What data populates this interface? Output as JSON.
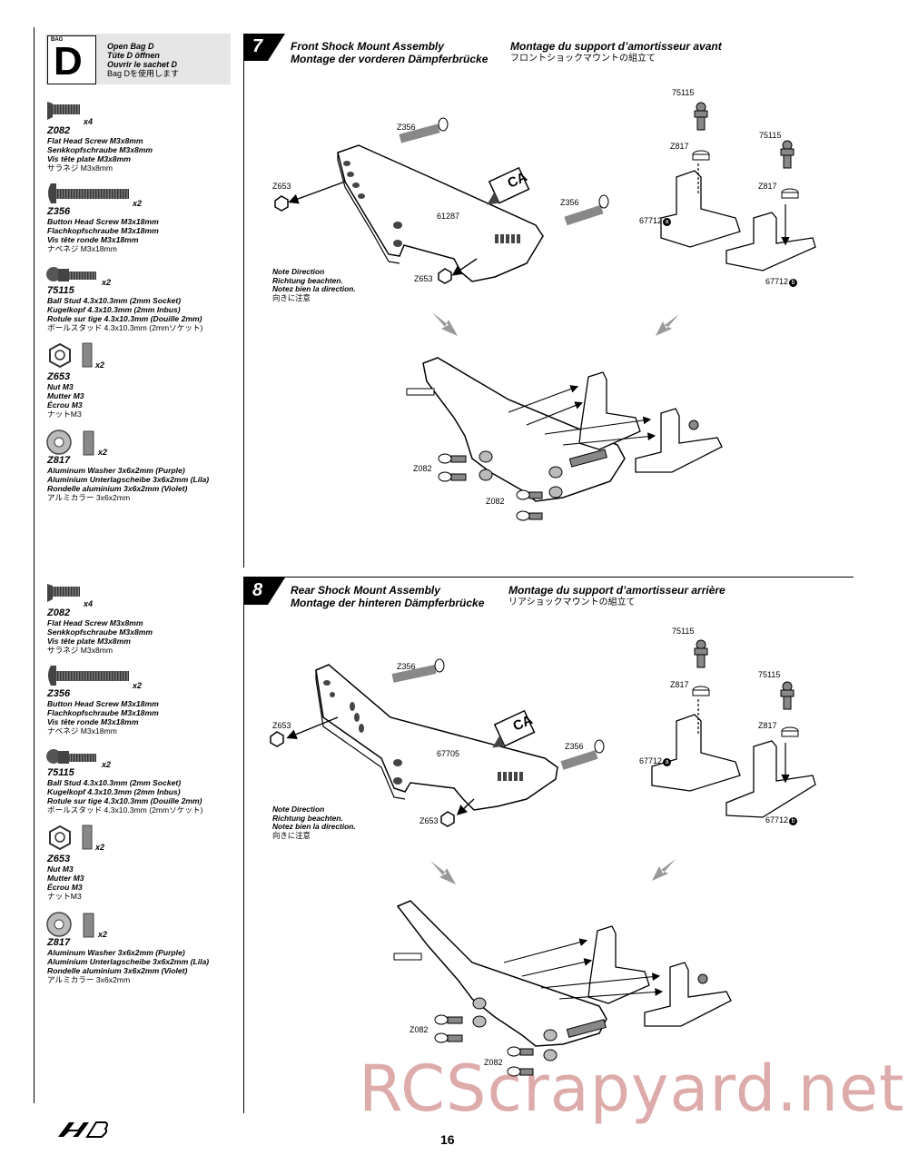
{
  "bag": {
    "small_label": "BAG",
    "letter": "D",
    "lines": [
      "Open Bag D",
      "Tüte D öffnen",
      "Ouvrir le sachet D",
      "Bag Dを使用します"
    ]
  },
  "parts_top": [
    {
      "code": "Z082",
      "qty": "x4",
      "lines": [
        "Flat Head Screw M3x8mm",
        "Senkkopfschraube M3x8mm",
        "Vis tête plate M3x8mm",
        "サラネジ M3x8mm"
      ]
    },
    {
      "code": "Z356",
      "qty": "x2",
      "lines": [
        "Button Head Screw M3x18mm",
        "Flachkopfschraube M3x18mm",
        "Vis tête ronde M3x18mm",
        "ナベネジ M3x18mm"
      ]
    },
    {
      "code": "75115",
      "qty": "x2",
      "lines": [
        "Ball Stud 4.3x10.3mm (2mm Socket)",
        "Kugelkopf 4.3x10.3mm (2mm Inbus)",
        "Rotule sur tige 4.3x10.3mm (Douille 2mm)",
        "ボールスタッド 4.3x10.3mm (2mmソケット)"
      ]
    },
    {
      "code": "Z653",
      "qty": "x2",
      "lines": [
        "Nut M3",
        "Mutter M3",
        "Écrou M3",
        "ナットM3"
      ]
    },
    {
      "code": "Z817",
      "qty": "x2",
      "lines": [
        "Aluminum Washer 3x6x2mm (Purple)",
        "Aluminium Unterlagscheibe 3x6x2mm (Lila)",
        "Rondelle aluminium 3x6x2mm (Violet)",
        "アルミカラー 3x6x2mm"
      ]
    }
  ],
  "parts_bottom": [
    {
      "code": "Z082",
      "qty": "x4",
      "lines": [
        "Flat Head Screw M3x8mm",
        "Senkkopfschraube M3x8mm",
        "Vis tête plate M3x8mm",
        "サラネジ M3x8mm"
      ]
    },
    {
      "code": "Z356",
      "qty": "x2",
      "lines": [
        "Button Head Screw M3x18mm",
        "Flachkopfschraube M3x18mm",
        "Vis tête ronde M3x18mm",
        "ナベネジ M3x18mm"
      ]
    },
    {
      "code": "75115",
      "qty": "x2",
      "lines": [
        "Ball Stud 4.3x10.3mm (2mm Socket)",
        "Kugelkopf 4.3x10.3mm (2mm Inbus)",
        "Rotule sur tige 4.3x10.3mm (Douille 2mm)",
        "ボールスタッド 4.3x10.3mm (2mmソケット)"
      ]
    },
    {
      "code": "Z653",
      "qty": "x2",
      "lines": [
        "Nut M3",
        "Mutter M3",
        "Écrou M3",
        "ナットM3"
      ]
    },
    {
      "code": "Z817",
      "qty": "x2",
      "lines": [
        "Aluminum Washer 3x6x2mm (Purple)",
        "Aluminium Unterlagscheibe 3x6x2mm (Lila)",
        "Rondelle aluminium 3x6x2mm (Violet)",
        "アルミカラー 3x6x2mm"
      ]
    }
  ],
  "step7": {
    "number": "7",
    "title_en": "Front Shock Mount Assembly",
    "title_de": "Montage der vorderen Dämpferbrücke",
    "title_fr": "Montage du support d’amortisseur avant",
    "title_jp": "フロントショックマウントの組立て",
    "labels": {
      "z356a": "Z356",
      "z653a": "Z653",
      "tower": "61287",
      "z356b": "Z356",
      "z653b": "Z653",
      "b75115a": "75115",
      "z817a": "Z817",
      "m67712a": "67712",
      "b75115b": "75115",
      "z817b": "Z817",
      "m67712b": "67712",
      "z082a": "Z082",
      "z082b": "Z082",
      "ca": "CA",
      "suffix_a": "a",
      "suffix_b": "b"
    },
    "note": [
      "Note Direction",
      "Richtung beachten.",
      "Notez bien la direction.",
      "向きに注意"
    ]
  },
  "step8": {
    "number": "8",
    "title_en": "Rear Shock Mount Assembly",
    "title_de": "Montage der hinteren Dämpferbrücke",
    "title_fr": "Montage du support d’amortisseur arrière",
    "title_jp": "リアショックマウントの組立て",
    "labels": {
      "z356a": "Z356",
      "z653a": "Z653",
      "tower": "67705",
      "z356b": "Z356",
      "z653b": "Z653",
      "b75115a": "75115",
      "z817a": "Z817",
      "m67712a": "67712",
      "b75115b": "75115",
      "z817b": "Z817",
      "m67712b": "67712",
      "z082a": "Z082",
      "z082b": "Z082",
      "ca": "CA",
      "suffix_a": "a",
      "suffix_b": "b"
    },
    "note": [
      "Note Direction",
      "Richtung beachten.",
      "Notez bien la direction.",
      "向きに注意"
    ]
  },
  "watermark": "RCScrapyard.net",
  "page_number": "16",
  "logo_text": "HB"
}
